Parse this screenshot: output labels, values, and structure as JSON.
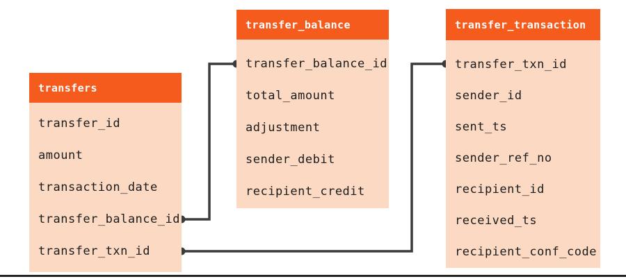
{
  "diagram": {
    "tables": [
      {
        "name": "transfers",
        "fields": [
          "transfer_id",
          "amount",
          "transaction_date",
          "transfer_balance_id",
          "transfer_txn_id"
        ]
      },
      {
        "name": "transfer_balance",
        "fields": [
          "transfer_balance_id",
          "total_amount",
          "adjustment",
          "sender_debit",
          "recipient_credit"
        ]
      },
      {
        "name": "transfer_transaction",
        "fields": [
          "transfer_txn_id",
          "sender_id",
          "sent_ts",
          "sender_ref_no",
          "recipient_id",
          "received_ts",
          "recipient_conf_code"
        ]
      }
    ],
    "relations": [
      {
        "from": "transfers.transfer_balance_id",
        "to": "transfer_balance.transfer_balance_id"
      },
      {
        "from": "transfers.transfer_txn_id",
        "to": "transfer_transaction.transfer_txn_id"
      }
    ],
    "colors": {
      "header_bg": "#f55b1d",
      "header_text": "#ffffff",
      "row_bg": "#fbd9c3",
      "row_text": "#1c1c1c",
      "connector": "#3b3b3b",
      "bottom_bar": "#222222"
    }
  }
}
